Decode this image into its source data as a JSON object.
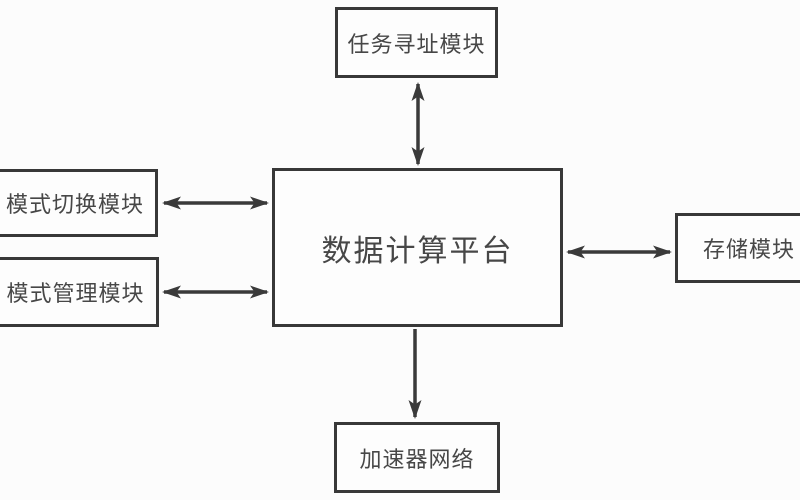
{
  "diagram": {
    "nodes": {
      "task_addressing": {
        "label": "任务寻址模块"
      },
      "platform": {
        "label": "数据计算平台"
      },
      "mode_switching": {
        "label": "模式切换模块"
      },
      "mode_management": {
        "label": "模式管理模块"
      },
      "storage": {
        "label": "存储模块"
      },
      "accelerator": {
        "label": "加速器网络"
      }
    },
    "edges": [
      {
        "from": "platform",
        "to": "task_addressing",
        "direction": "bidirectional"
      },
      {
        "from": "platform",
        "to": "mode_switching",
        "direction": "bidirectional"
      },
      {
        "from": "platform",
        "to": "mode_management",
        "direction": "bidirectional"
      },
      {
        "from": "platform",
        "to": "storage",
        "direction": "bidirectional"
      },
      {
        "from": "platform",
        "to": "accelerator",
        "direction": "unidirectional-down"
      }
    ],
    "colors": {
      "line": "#3a3a3a",
      "text": "#474747",
      "background": "#fcfcfc"
    }
  }
}
